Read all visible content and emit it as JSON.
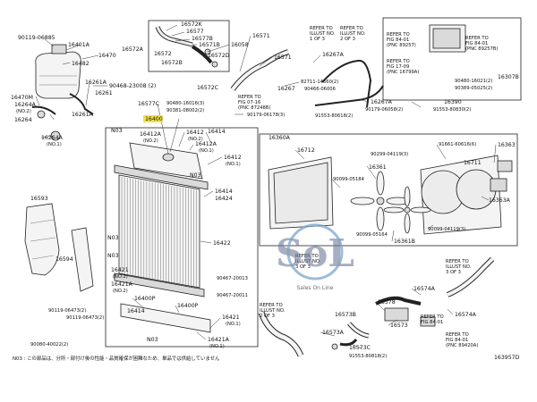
{
  "callouts": [
    {
      "id": "c1",
      "text": "90119-06885"
    },
    {
      "id": "c2",
      "text": "16401A"
    },
    {
      "id": "c3",
      "text": "16470"
    },
    {
      "id": "c4",
      "text": "16482"
    },
    {
      "id": "c5",
      "text": "16261A"
    },
    {
      "id": "c6",
      "text": "16261"
    },
    {
      "id": "c7",
      "text": "16470M"
    },
    {
      "id": "c8",
      "text": "16264A"
    },
    {
      "id": "c9",
      "text": "(NO.2)"
    },
    {
      "id": "c10",
      "text": "16264"
    },
    {
      "id": "c11",
      "text": "16261A"
    },
    {
      "id": "c12",
      "text": "16264A"
    },
    {
      "id": "c13",
      "text": "(NO.1)"
    },
    {
      "id": "c14",
      "text": "90468-23008 (2)"
    },
    {
      "id": "c15",
      "text": "16572K"
    },
    {
      "id": "c16",
      "text": "16577"
    },
    {
      "id": "c17",
      "text": "16577B"
    },
    {
      "id": "c18",
      "text": "16571B"
    },
    {
      "id": "c19",
      "text": "16572A"
    },
    {
      "id": "c20",
      "text": "16572"
    },
    {
      "id": "c21",
      "text": "16058"
    },
    {
      "id": "c22",
      "text": "16572B"
    },
    {
      "id": "c23",
      "text": "16572D"
    },
    {
      "id": "c24",
      "text": "16572C"
    },
    {
      "id": "c25",
      "text": "16571"
    },
    {
      "id": "c26",
      "text": "16571"
    },
    {
      "id": "c27",
      "text": "16577C"
    },
    {
      "id": "c28",
      "text": "90480-16016(3)"
    },
    {
      "id": "c29",
      "text": "90381-08002(2)"
    },
    {
      "id": "c30",
      "text": "16400"
    },
    {
      "id": "c31",
      "text": "90179-06178(3)"
    },
    {
      "id": "c32",
      "text": "16267A"
    },
    {
      "id": "c33",
      "text": "82711-14560(2)"
    },
    {
      "id": "c34",
      "text": "90466-06006"
    },
    {
      "id": "c35",
      "text": "16267"
    },
    {
      "id": "c36",
      "text": "16267A"
    },
    {
      "id": "c37",
      "text": "91553-80618(2)"
    },
    {
      "id": "c38",
      "text": "90179-06058(2)"
    },
    {
      "id": "c39",
      "text": "16390"
    },
    {
      "id": "c40",
      "text": "91553-80830(2)"
    },
    {
      "id": "c41",
      "text": "90480-16021(2)"
    },
    {
      "id": "c42",
      "text": "90389-05025(2)"
    },
    {
      "id": "c43",
      "text": "16307B"
    },
    {
      "id": "c44",
      "text": "16360A"
    },
    {
      "id": "c45",
      "text": "16712"
    },
    {
      "id": "c46",
      "text": "91661-60616(6)"
    },
    {
      "id": "c47",
      "text": "16363"
    },
    {
      "id": "c48",
      "text": "90299-04119(3)"
    },
    {
      "id": "c49",
      "text": "16711"
    },
    {
      "id": "c50",
      "text": "16361"
    },
    {
      "id": "c51",
      "text": "90099-05184"
    },
    {
      "id": "c52",
      "text": "16363A"
    },
    {
      "id": "c53",
      "text": "90099-04119(3)"
    },
    {
      "id": "c54",
      "text": "90099-05164"
    },
    {
      "id": "c55",
      "text": "16361B"
    },
    {
      "id": "c56",
      "text": "16412A"
    },
    {
      "id": "c57",
      "text": "(NO.2)"
    },
    {
      "id": "c58",
      "text": "16412"
    },
    {
      "id": "c59",
      "text": "(NO.2)"
    },
    {
      "id": "c60",
      "text": "16414"
    },
    {
      "id": "c61",
      "text": "16412A"
    },
    {
      "id": "c62",
      "text": "(NO.1)"
    },
    {
      "id": "c63",
      "text": "16412"
    },
    {
      "id": "c64",
      "text": "(NO.1)"
    },
    {
      "id": "c65",
      "text": "16414"
    },
    {
      "id": "c66",
      "text": "16424"
    },
    {
      "id": "c67",
      "text": "16593"
    },
    {
      "id": "c68",
      "text": "16594"
    },
    {
      "id": "c69",
      "text": "16422"
    },
    {
      "id": "c70",
      "text": "16421"
    },
    {
      "id": "c71",
      "text": "(NO.2)"
    },
    {
      "id": "c72",
      "text": "16421A"
    },
    {
      "id": "c73",
      "text": "(NO.2)"
    },
    {
      "id": "c74",
      "text": "90467-20013"
    },
    {
      "id": "c75",
      "text": "16400P"
    },
    {
      "id": "c76",
      "text": "90467-20011"
    },
    {
      "id": "c77",
      "text": "16414"
    },
    {
      "id": "c78",
      "text": "16400P"
    },
    {
      "id": "c79",
      "text": "90119-06473(2)"
    },
    {
      "id": "c80",
      "text": "90119-06473(2)"
    },
    {
      "id": "c81",
      "text": "16421"
    },
    {
      "id": "c82",
      "text": "(NO.1)"
    },
    {
      "id": "c83",
      "text": "16421A"
    },
    {
      "id": "c84",
      "text": "(NO.1)"
    },
    {
      "id": "c85",
      "text": "90080-40022(2)"
    },
    {
      "id": "c86",
      "text": "16573B"
    },
    {
      "id": "c87",
      "text": "16573C"
    },
    {
      "id": "c88",
      "text": "16578"
    },
    {
      "id": "c89",
      "text": "16574A"
    },
    {
      "id": "c90",
      "text": "16574A"
    },
    {
      "id": "c91",
      "text": "16573A"
    },
    {
      "id": "c92",
      "text": "16573"
    },
    {
      "id": "c93",
      "text": "91553-80818(2)"
    },
    {
      "id": "c94",
      "text": "163957D"
    }
  ],
  "refs": [
    {
      "id": "r1",
      "lines": [
        "REFER TO",
        "ILLUST NO.",
        "1 OF 3"
      ]
    },
    {
      "id": "r2",
      "lines": [
        "REFER TO",
        "ILLUST NO.",
        "2 OF 3"
      ]
    },
    {
      "id": "r3",
      "lines": [
        "REFER TO",
        "FIG 07-16",
        "(PNC 87248B)"
      ]
    },
    {
      "id": "r4",
      "lines": [
        "REFER TO",
        "FIG 84-01",
        "(PNC 89257)"
      ]
    },
    {
      "id": "r5",
      "lines": [
        "REFER TO",
        "FIG 17-09",
        "(PNC 16799A)"
      ]
    },
    {
      "id": "r6",
      "lines": [
        "REFER TO",
        "FIG 84-01",
        "(PNC 89257B)"
      ]
    },
    {
      "id": "r7",
      "lines": [
        "REFER TO",
        "ILLUST NO.",
        "3 OF 3"
      ]
    },
    {
      "id": "r8",
      "lines": [
        "REFER TO",
        "ILLUST NO.",
        "2 OF 3"
      ]
    },
    {
      "id": "r9",
      "lines": [
        "REFER TO",
        "ILLUST NO.",
        "3 OF 3"
      ]
    },
    {
      "id": "r10",
      "lines": [
        "REFER TO",
        "FIG 84-01"
      ]
    },
    {
      "id": "r11",
      "lines": [
        "REFER TO",
        "FIG 84-01",
        "(PNC 89420A)"
      ]
    }
  ],
  "n03_marks": [
    "N03",
    "N03",
    "N03",
    "N03",
    "N03"
  ],
  "watermark": {
    "logo": "SoL",
    "tagline": "Sales On Line"
  },
  "footnote": "N03 : この部品は、分所・部付け後の性能・品質確保が困難なため、単品では供給していません"
}
